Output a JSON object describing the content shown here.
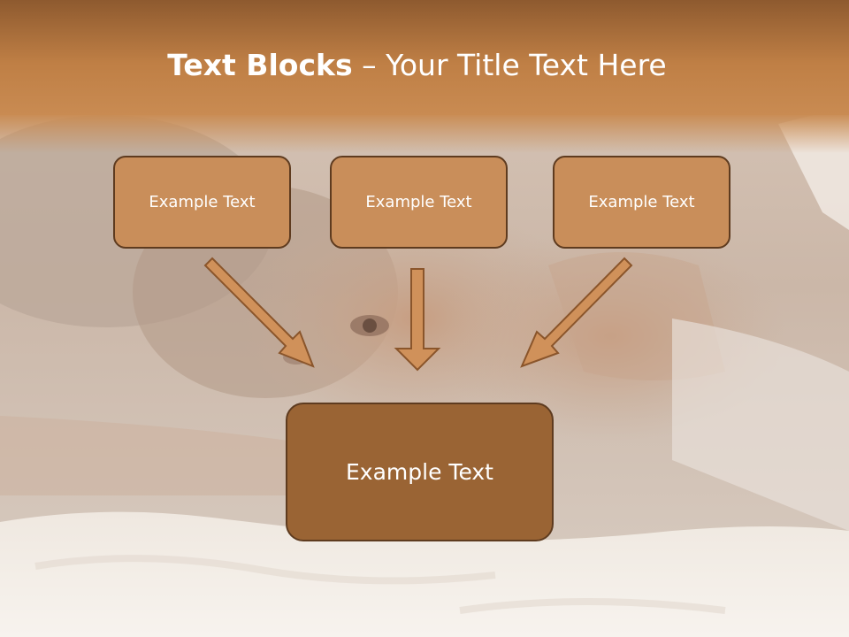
{
  "slide": {
    "title_bold": "Text Blocks",
    "title_dash": "–",
    "title_rest": "Your Title Text Here"
  },
  "diagram": {
    "top_boxes": [
      {
        "text": "Example Text"
      },
      {
        "text": "Example Text"
      },
      {
        "text": "Example Text"
      }
    ],
    "center_box": {
      "text": "Example Text"
    }
  },
  "colors": {
    "header_band": "#c5834a",
    "box_fill": "#c98e5a",
    "box_border": "#5e3b1f",
    "center_box_fill": "#9a6434",
    "arrow_fill": "#d0915a",
    "arrow_stroke": "#8a552b",
    "text": "#ffffff"
  }
}
